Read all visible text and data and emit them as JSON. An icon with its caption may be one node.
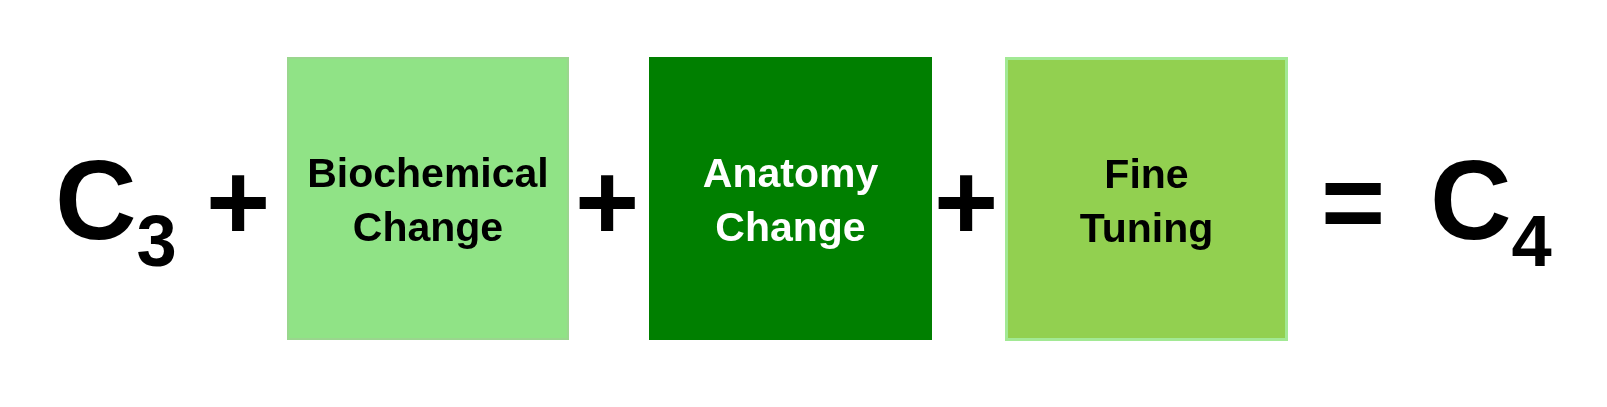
{
  "diagram": {
    "nodes": [
      {
        "text": [
          "Biochemical Change"
        ]
      },
      {
        "text": [
          "Anatomy Change"
        ]
      },
      {
        "text": [
          "Fine Tuning"
        ]
      }
    ],
    "labels": [
      "C$_{3}$",
      "+",
      "+",
      "+",
      "=",
      "C$_{4}$"
    ]
  }
}
